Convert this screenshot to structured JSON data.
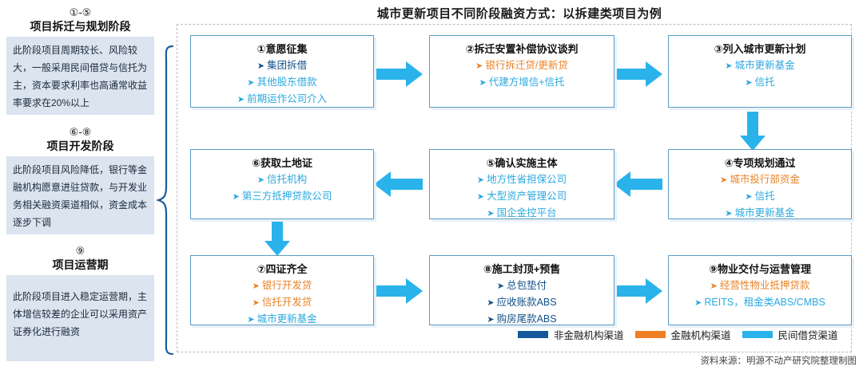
{
  "title": "城市更新项目不同阶段融资方式：以拆建类项目为例",
  "source": "资料来源：明源不动产研究院整理制图",
  "colors": {
    "navy": "#13518a",
    "cyan": "#2aa8e0",
    "orange": "#e8832a",
    "legend_navy": "#15579b",
    "legend_orange": "#ef7f22",
    "legend_cyan": "#29b3ea",
    "box_border": "#5b9bc4",
    "panel_bg": "#dbe4ef",
    "arrow": "#29b3ea"
  },
  "stages": [
    {
      "range": "①-⑤",
      "name": "项目拆迁与规划阶段",
      "desc": "此阶段项目周期较长、风险较大，一般采用民间借贷与信托为主，资本要求利率也高通常收益率要求在20%以上"
    },
    {
      "range": "⑥-⑧",
      "name": "项目开发阶段",
      "desc": "此阶段项目风险降低，银行等金融机构愿意进驻贷款，与开发业务相关融资渠道相似，资金成本逐步下调"
    },
    {
      "range": "⑨",
      "name": "项目运营期",
      "desc": "此阶段项目进入稳定运营期，主体增信较差的企业可以采用资产证券化进行融资"
    }
  ],
  "nodes": [
    {
      "id": "node-1",
      "title": "①意愿征集",
      "items": [
        {
          "text": "集团拆借",
          "color": "navy"
        },
        {
          "text": "其他股东借款",
          "color": "cyan"
        },
        {
          "text": "前期运作公司介入",
          "color": "cyan"
        }
      ]
    },
    {
      "id": "node-2",
      "title": "②拆迁安置补偿协议谈判",
      "items": [
        {
          "text": "银行拆迁贷/更新贷",
          "color": "orange"
        },
        {
          "text": "代建方增信+信托",
          "color": "cyan"
        }
      ]
    },
    {
      "id": "node-3",
      "title": "③列入城市更新计划",
      "items": [
        {
          "text": "城市更新基金",
          "color": "cyan"
        },
        {
          "text": "信托",
          "color": "cyan"
        }
      ]
    },
    {
      "id": "node-4",
      "title": "④专项规划通过",
      "items": [
        {
          "text": "城市投行部资金",
          "color": "orange"
        },
        {
          "text": "信托",
          "color": "cyan"
        },
        {
          "text": "城市更新基金",
          "color": "cyan"
        }
      ]
    },
    {
      "id": "node-5",
      "title": "⑤确认实施主体",
      "items": [
        {
          "text": "地方性省担保公司",
          "color": "cyan"
        },
        {
          "text": "大型资产管理公司",
          "color": "cyan"
        },
        {
          "text": "国企金控平台",
          "color": "cyan"
        }
      ]
    },
    {
      "id": "node-6",
      "title": "⑥获取土地证",
      "items": [
        {
          "text": "信托机构",
          "color": "cyan"
        },
        {
          "text": "第三方抵押贷款公司",
          "color": "cyan"
        }
      ]
    },
    {
      "id": "node-7",
      "title": "⑦四证齐全",
      "items": [
        {
          "text": "银行开发贷",
          "color": "orange"
        },
        {
          "text": "信托开发贷",
          "color": "orange"
        },
        {
          "text": "城市更新基金",
          "color": "cyan"
        }
      ]
    },
    {
      "id": "node-8",
      "title": "⑧施工封顶+预售",
      "items": [
        {
          "text": "总包垫付",
          "color": "navy"
        },
        {
          "text": "应收账款ABS",
          "color": "navy"
        },
        {
          "text": "购房尾款ABS",
          "color": "navy"
        }
      ]
    },
    {
      "id": "node-9",
      "title": "⑨物业交付与运营管理",
      "items": [
        {
          "text": "经营性物业抵押贷款",
          "color": "orange"
        },
        {
          "text": "REITS，租金类ABS/CMBS",
          "color": "cyan"
        }
      ]
    }
  ],
  "legend": [
    {
      "label": "非金融机构渠道",
      "color": "#15579b"
    },
    {
      "label": "金融机构渠道",
      "color": "#ef7f22"
    },
    {
      "label": "民间借贷渠道",
      "color": "#29b3ea"
    }
  ]
}
